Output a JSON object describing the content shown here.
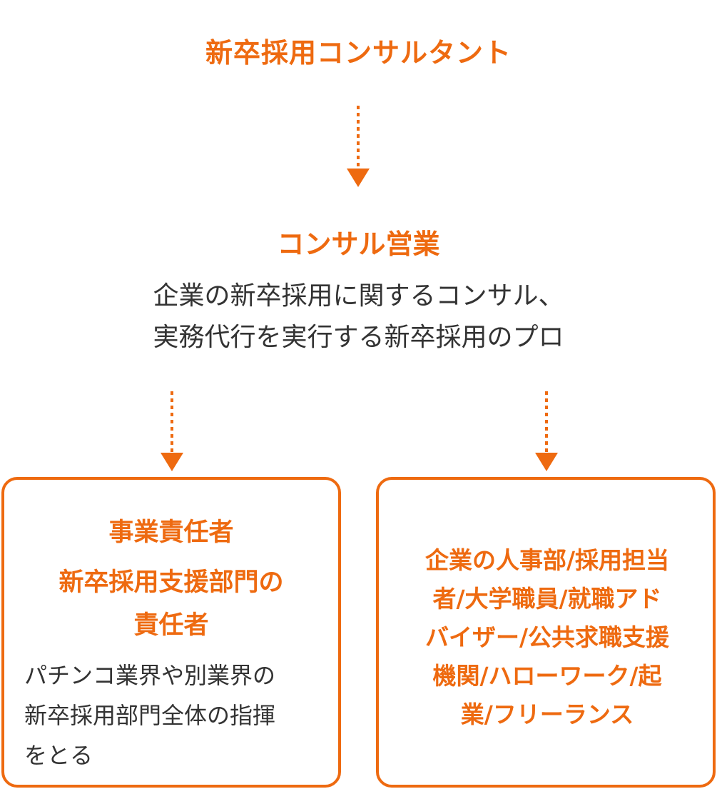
{
  "colors": {
    "accent": "#ee6a10",
    "text": "#333333",
    "background": "#ffffff"
  },
  "top": {
    "title": "新卒採用コンサルタント"
  },
  "middle": {
    "title": "コンサル営業",
    "description_lines": [
      "企業の新卒採用に関するコンサル、",
      "実務代行を実行する新卒採用のプロ"
    ]
  },
  "left_box": {
    "heading": "事業責任者",
    "subheading_lines": [
      "新卒採用支援部門の",
      "責任者"
    ],
    "description_lines": [
      "パチンコ業界や別業界の",
      "新卒採用部門全体の指揮",
      "をとる"
    ]
  },
  "right_box": {
    "lines": [
      "企業の人事部/採用担当",
      "者/大学職員/就職アド",
      "バイザー/公共求職支援",
      "機関/ハローワーク/起",
      "業/フリーランス"
    ]
  },
  "icons": {
    "connector": "dotted-down-arrow-icon"
  }
}
